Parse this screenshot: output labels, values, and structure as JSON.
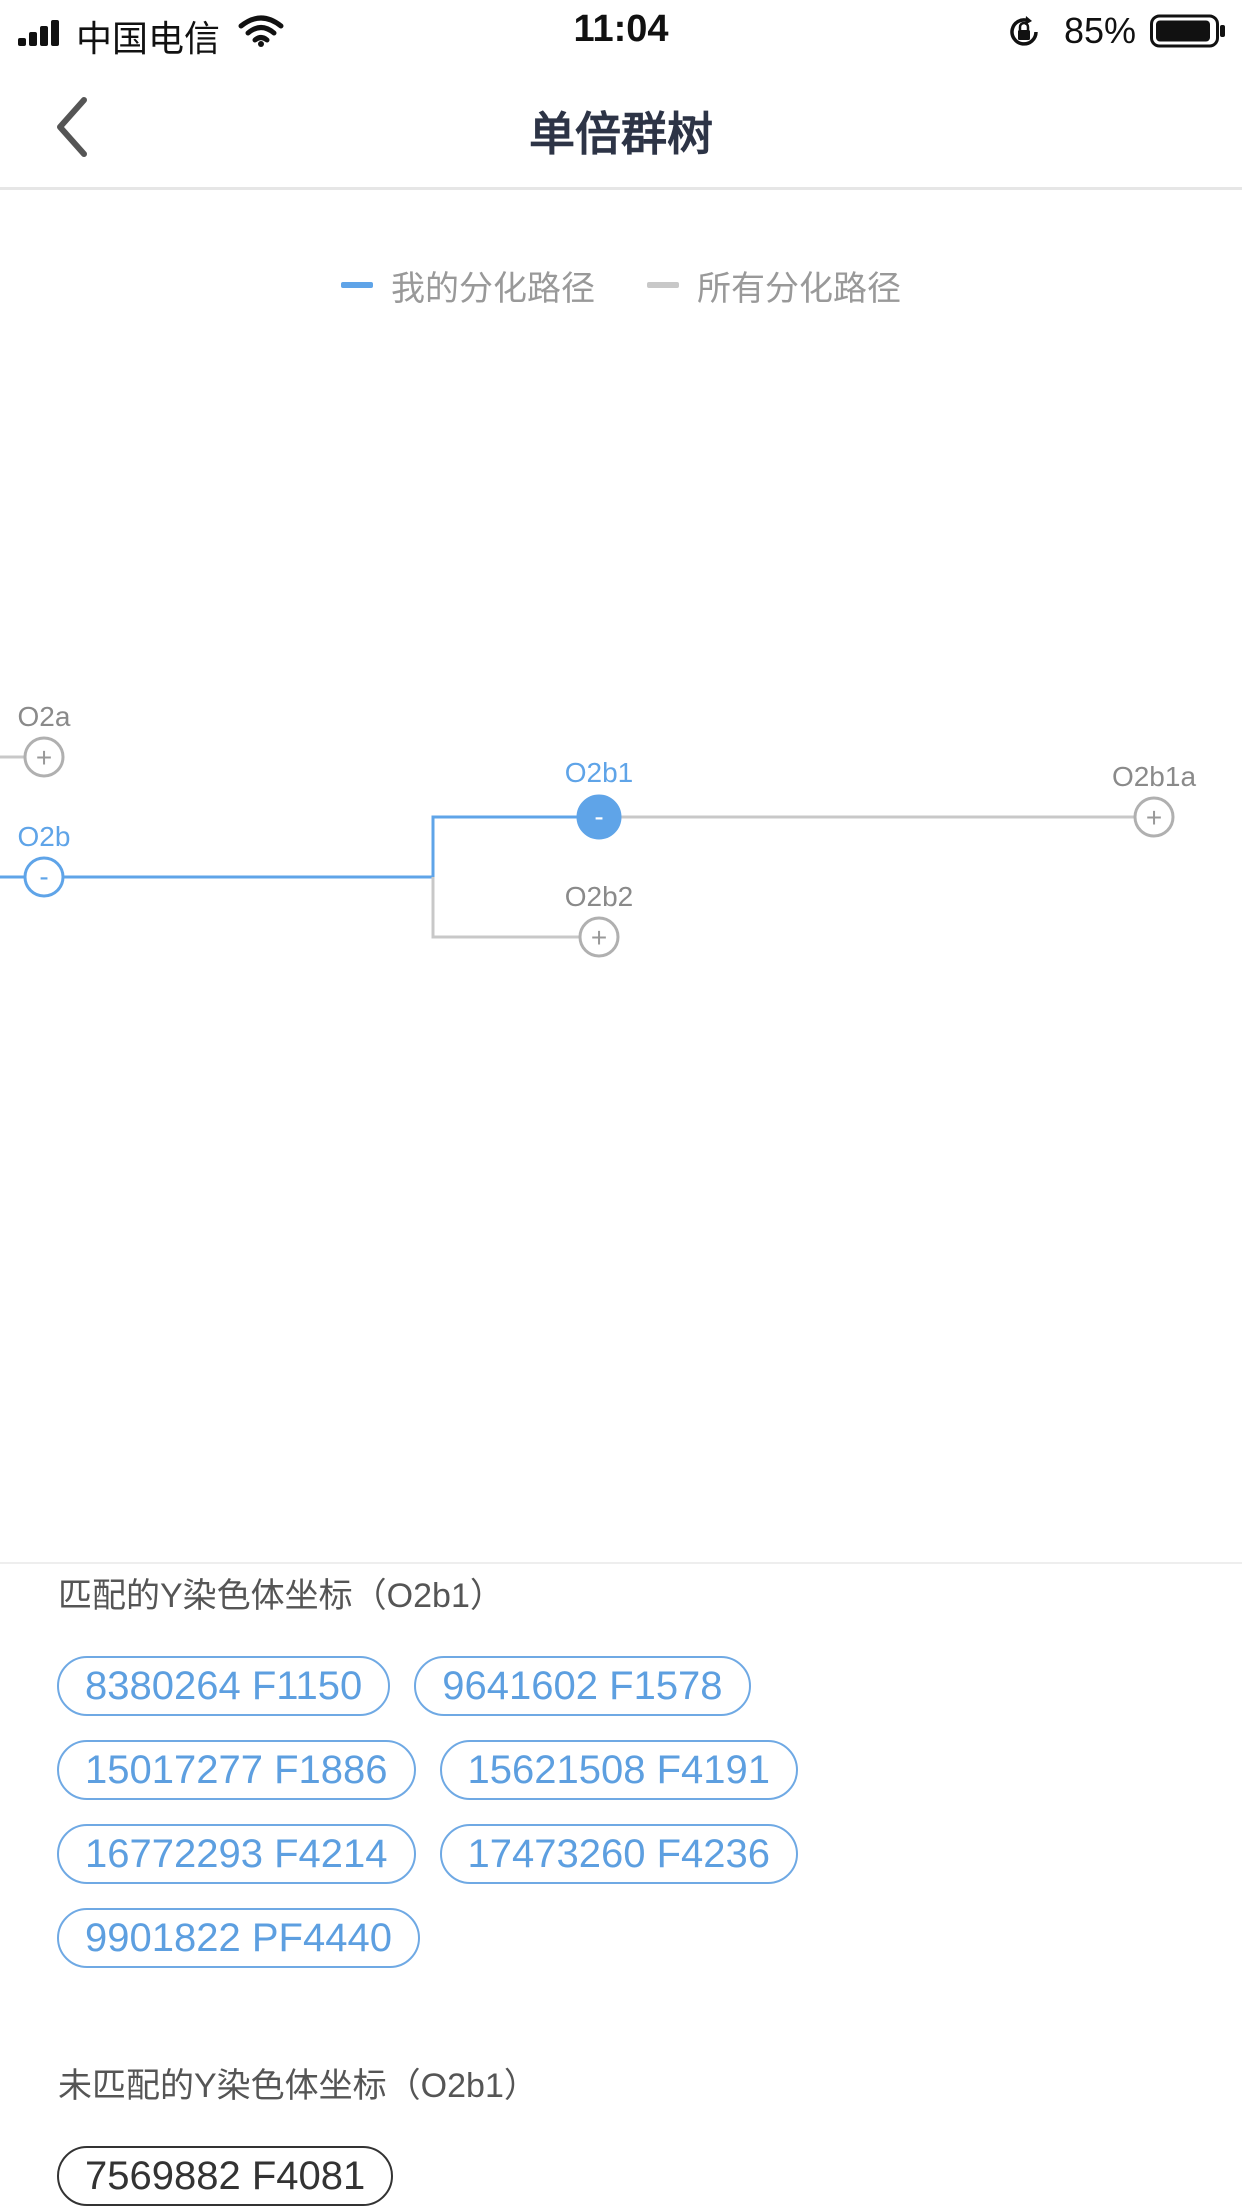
{
  "status_bar": {
    "carrier": "中国电信",
    "time": "11:04",
    "battery": "85%"
  },
  "nav": {
    "title": "单倍群树"
  },
  "legend": {
    "my_path": "我的分化路径",
    "all_paths": "所有分化路径"
  },
  "colors": {
    "my_path": "#5fa4e8",
    "all_path": "#c8c8c8",
    "node_gray": "#b0b0b0",
    "label_gray": "#8a8a8a"
  },
  "tree": {
    "nodes": [
      {
        "id": "O2a",
        "label": "O2a",
        "symbol": "+",
        "state": "collapsed",
        "on_path": false
      },
      {
        "id": "O2b",
        "label": "O2b",
        "symbol": "-",
        "state": "expanded",
        "on_path": true
      },
      {
        "id": "O2b1",
        "label": "O2b1",
        "symbol": "-",
        "state": "selected",
        "on_path": true
      },
      {
        "id": "O2b1a",
        "label": "O2b1a",
        "symbol": "+",
        "state": "collapsed",
        "on_path": false
      },
      {
        "id": "O2b2",
        "label": "O2b2",
        "symbol": "+",
        "state": "collapsed",
        "on_path": false
      }
    ]
  },
  "matched": {
    "title": "匹配的Y染色体坐标（O2b1）",
    "chips": [
      [
        "8380264 F1150",
        "9641602 F1578"
      ],
      [
        "15017277 F1886",
        "15621508 F4191"
      ],
      [
        "16772293 F4214",
        "17473260 F4236"
      ],
      [
        "9901822 PF4440"
      ]
    ]
  },
  "unmatched": {
    "title": "未匹配的Y染色体坐标（O2b1）",
    "chips": [
      "7569882 F4081"
    ]
  }
}
